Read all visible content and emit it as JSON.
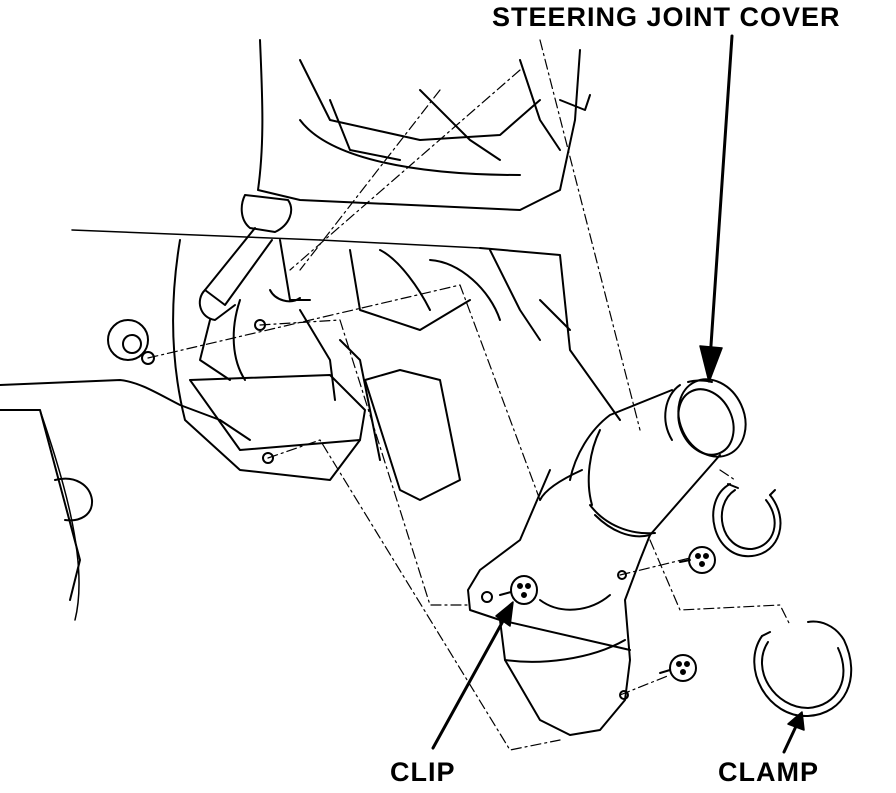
{
  "labels": {
    "steering_joint_cover": "STEERING JOINT COVER",
    "clip": "CLIP",
    "clamp": "CLAMP"
  },
  "colors": {
    "ink": "#000000",
    "paper": "#ffffff"
  }
}
